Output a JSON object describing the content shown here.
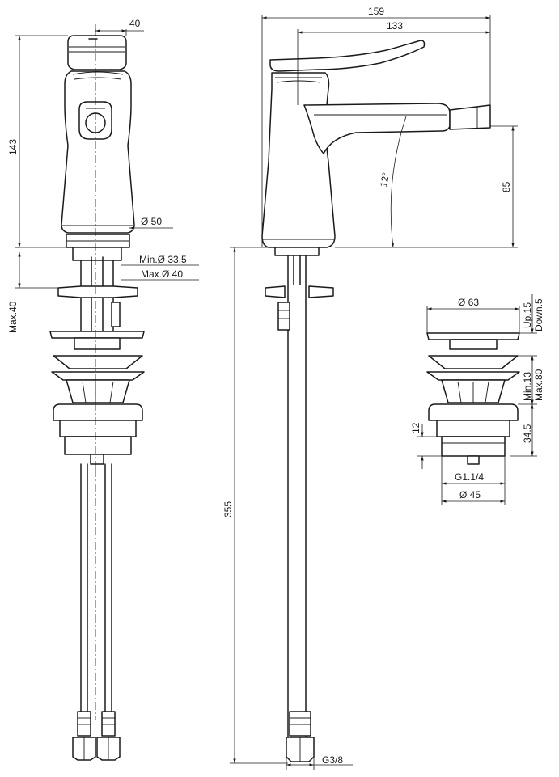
{
  "dimensions": {
    "top_width": "40",
    "body_height": "143",
    "body_diameter": "Ø 50",
    "hole_min": "Min.Ø 33.5",
    "hole_max": "Max.Ø 40",
    "deck_max": "Max.40",
    "total_length": "159",
    "spout_reach": "133",
    "spout_angle": "12°",
    "spout_height": "85",
    "hose_length": "355",
    "hose_thread": "G3/8",
    "waste_diameter": "Ø 63",
    "waste_travel_up": "Up.15",
    "waste_travel_down": "Down.5",
    "waste_min": "Min.13",
    "waste_max": "Max.80",
    "waste_thread_height": "12",
    "waste_body_height": "34.5",
    "waste_thread": "G1.1/4",
    "waste_thread_diameter": "Ø 45"
  }
}
